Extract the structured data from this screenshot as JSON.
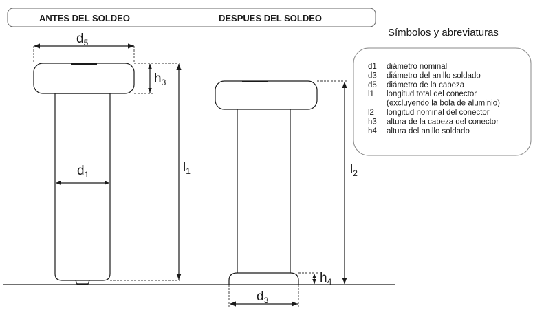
{
  "header": {
    "before_label": "ANTES DEL SOLDEO",
    "after_label": "DESPUES DEL SOLDEO"
  },
  "labels": {
    "d5": {
      "main": "d",
      "sub": "5"
    },
    "h3": {
      "main": "h",
      "sub": "3"
    },
    "d1": {
      "main": "d",
      "sub": "1"
    },
    "l1": {
      "main": "l",
      "sub": "1"
    },
    "l2": {
      "main": "l",
      "sub": "2"
    },
    "h4": {
      "main": "h",
      "sub": "4"
    },
    "d3": {
      "main": "d",
      "sub": "3"
    }
  },
  "legend": {
    "title": "Símbolos y abreviaturas",
    "items": [
      {
        "sym": "d1",
        "desc": "diámetro nominal"
      },
      {
        "sym": "d3",
        "desc": "diámetro del anillo soldado"
      },
      {
        "sym": "d5",
        "desc": "diámetro de la cabeza"
      },
      {
        "sym": "l1",
        "desc": "longitud total del conector"
      },
      {
        "sym": "",
        "desc": "(excluyendo la bola de aluminio)"
      },
      {
        "sym": "l2",
        "desc": "longitud nominal del conector"
      },
      {
        "sym": "h3",
        "desc": "altura de la cabeza del conector"
      },
      {
        "sym": "h4",
        "desc": "altura del anillo soldado"
      }
    ]
  }
}
